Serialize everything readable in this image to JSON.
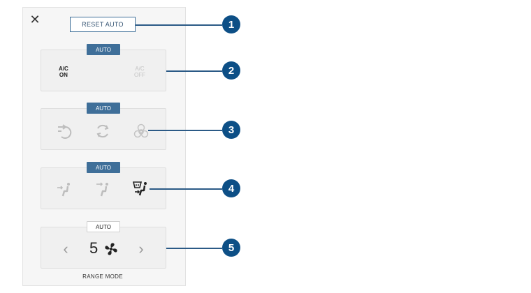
{
  "header": {
    "close_icon": "close-icon",
    "reset_label": "RESET AUTO"
  },
  "ac": {
    "auto_label": "AUTO",
    "on_label": "A/C\nON",
    "off_label": "A/C\nOFF"
  },
  "air": {
    "auto_label": "AUTO",
    "icons": [
      "outside-air-icon",
      "recirculate-icon",
      "bioweapon-defense-icon"
    ]
  },
  "airflow": {
    "auto_label": "AUTO",
    "icons": [
      "feet-airflow-icon",
      "face-airflow-icon",
      "windshield-airflow-icon"
    ]
  },
  "fan": {
    "auto_label": "AUTO",
    "speed": "5",
    "range_label": "RANGE MODE"
  },
  "callouts": [
    "1",
    "2",
    "3",
    "4",
    "5"
  ],
  "colors": {
    "accent": "#3f6f99",
    "callout": "#0d4f86"
  }
}
